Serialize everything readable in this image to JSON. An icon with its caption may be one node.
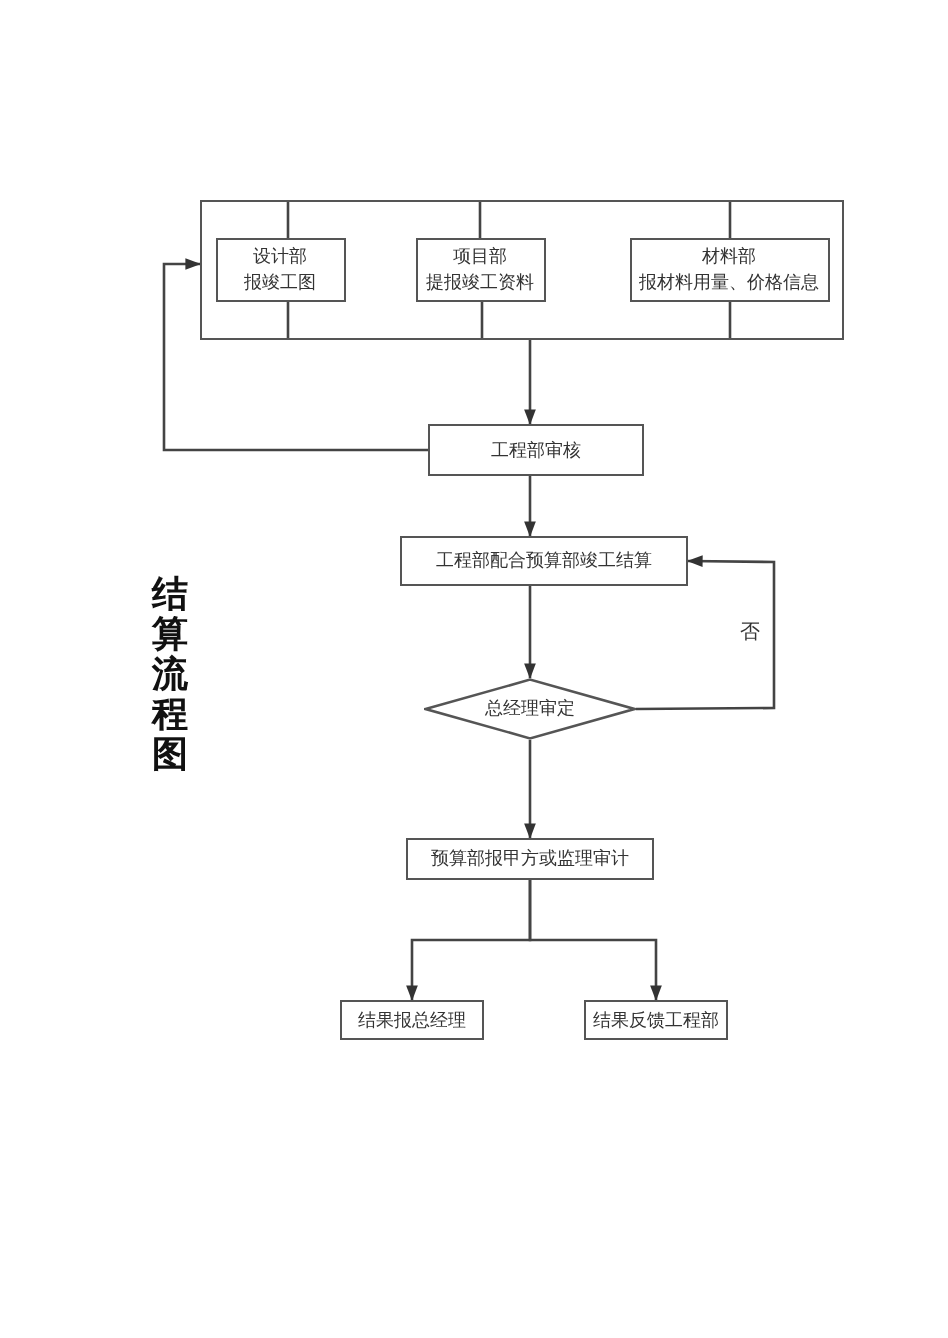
{
  "diagram": {
    "title": "结算流程图",
    "nodes": [
      {
        "text": [],
        "shape": "box"
      },
      {
        "text": [
          "设计部",
          "报竣工图"
        ],
        "in": 0
      },
      {
        "text": [
          "项目部",
          "提报竣工资料"
        ],
        "in": 0
      },
      {
        "text": [
          "材料部",
          "报材料用量、价格信息"
        ],
        "in": 0
      },
      {
        "text": [
          "工程部审核"
        ]
      },
      {
        "text": [
          "工程部配合预算部竣工结算"
        ]
      },
      {
        "text": [
          "总经理审定"
        ]
      },
      {
        "text": [
          "预算部报甲方或监理审计"
        ]
      },
      {
        "text": [
          "结果报总经理"
        ]
      },
      {
        "text": [
          "结果反馈工程部"
        ]
      }
    ],
    "edges": [
      {
        "from": 0,
        "to": 4,
        "arrow": "to"
      },
      {
        "from": 4,
        "to": 0,
        "arrow": "to"
      },
      {
        "from": 4,
        "to": 5,
        "arrow": "to"
      },
      {
        "from": 5,
        "to": 6,
        "arrow": "to"
      },
      {
        "from": 6,
        "to": 5,
        "arrow": "to",
        "label": "否"
      },
      {
        "from": 6,
        "to": 7,
        "arrow": "to"
      },
      {
        "from": 7,
        "to": 8,
        "arrow": "to"
      },
      {
        "from": 7,
        "to": 9,
        "arrow": "to"
      },
      {
        "from": 0,
        "to": 1,
        "arrow": "none"
      },
      {
        "from": 1,
        "to": 0,
        "arrow": "none"
      },
      {
        "from": 0,
        "to": 2,
        "arrow": "none"
      },
      {
        "from": 2,
        "to": 0,
        "arrow": "none"
      },
      {
        "from": 0,
        "to": 3,
        "arrow": "none"
      },
      {
        "from": 3,
        "to": 0,
        "arrow": "none"
      }
    ]
  }
}
